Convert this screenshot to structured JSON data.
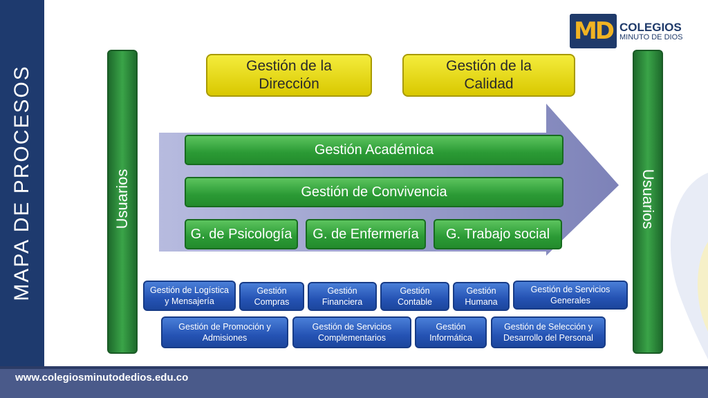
{
  "slide_title": "MAPA DE PROCESOS",
  "footer_url": "www.colegiosminutodedios.edu.co",
  "logo": {
    "mark": "MD",
    "name_line1": "COLEGIOS",
    "name_line2": "MINUTO DE DIOS"
  },
  "pillars": {
    "left": "Usuarios",
    "right": "Usuarios"
  },
  "strategic": {
    "direccion": "Gestión de la\nDirección",
    "calidad": "Gestión de la\nCalidad"
  },
  "mission": {
    "academica": "Gestión Académica",
    "convivencia": "Gestión de Convivencia",
    "psicologia": "G. de Psicología",
    "enfermeria": "G. de Enfermería",
    "trabajo_social": "G. Trabajo social"
  },
  "support_row1": [
    "Gestión de Logística\ny Mensajería",
    "Gestión\nCompras",
    "Gestión\nFinanciera",
    "Gestión\nContable",
    "Gestión\nHumana",
    "Gestión de Servicios\nGenerales"
  ],
  "support_row2": [
    "Gestión de Promoción y\nAdmisiones",
    "Gestión de Servicios\nComplementarios",
    "Gestión\nInformática",
    "Gestión de Selección y\nDesarrollo del Personal"
  ],
  "colors": {
    "navy": "#1e3a6e",
    "green": "#2b9a35",
    "yellow": "#e6d800",
    "blue": "#2553b4",
    "arrow": "#8e93c4"
  }
}
